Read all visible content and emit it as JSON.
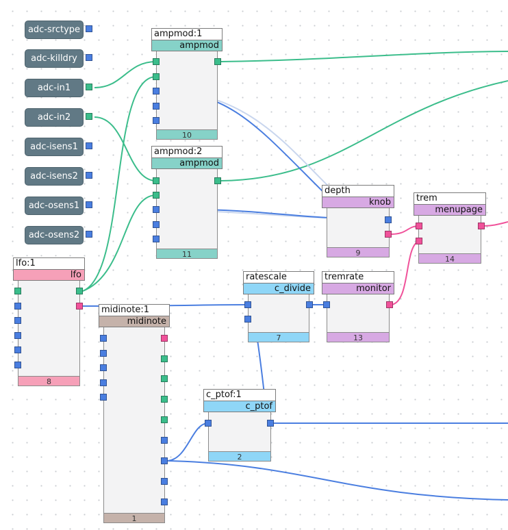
{
  "colors": {
    "inlet_fill": "#617985",
    "wire_blue": "#4a7ee0",
    "wire_green": "#3bbd8b",
    "wire_pink": "#f0529a",
    "wire_faint": "#c9d6ee"
  },
  "inlets": [
    {
      "id": "srctype",
      "label": "adc-srctype"
    },
    {
      "id": "killdry",
      "label": "adc-killdry"
    },
    {
      "id": "in1",
      "label": "adc-in1"
    },
    {
      "id": "in2",
      "label": "adc-in2"
    },
    {
      "id": "isens1",
      "label": "adc-isens1"
    },
    {
      "id": "isens2",
      "label": "adc-isens2"
    },
    {
      "id": "osens1",
      "label": "adc-osens1"
    },
    {
      "id": "osens2",
      "label": "adc-osens2"
    }
  ],
  "modules": {
    "ampmod1": {
      "title": "ampmod:1",
      "type": "ampmod",
      "index": "10",
      "type_color": "#86d2c8",
      "icon": "ampmod"
    },
    "ampmod2": {
      "title": "ampmod:2",
      "type": "ampmod",
      "index": "11",
      "type_color": "#86d2c8",
      "icon": "ampmod"
    },
    "lfo1": {
      "title": "lfo:1",
      "type": "lfo",
      "index": "8",
      "type_color": "#f6a0b8",
      "icon": "lfo"
    },
    "midinote1": {
      "title": "midinote:1",
      "type": "midinote",
      "index": "1",
      "type_color": "#c5b2aa",
      "icon": "midinote"
    },
    "ratescale": {
      "title": "ratescale",
      "type": "c_divide",
      "index": "7",
      "type_color": "#8fd6f7",
      "icon": "c_divide"
    },
    "tremrate": {
      "title": "tremrate",
      "type": "monitor",
      "index": "13",
      "type_color": "#d7a9e3",
      "icon": "monitor"
    },
    "depth": {
      "title": "depth",
      "type": "knob",
      "index": "9",
      "type_color": "#d7a9e3",
      "icon": "knob"
    },
    "trem": {
      "title": "trem",
      "type": "menupage",
      "index": "14",
      "type_color": "#d7a9e3",
      "icon": "menupage"
    },
    "c_ptof1": {
      "title": "c_ptof:1",
      "type": "c_ptof",
      "index": "2",
      "type_color": "#8fd6f7",
      "icon": "c_ptof"
    }
  }
}
